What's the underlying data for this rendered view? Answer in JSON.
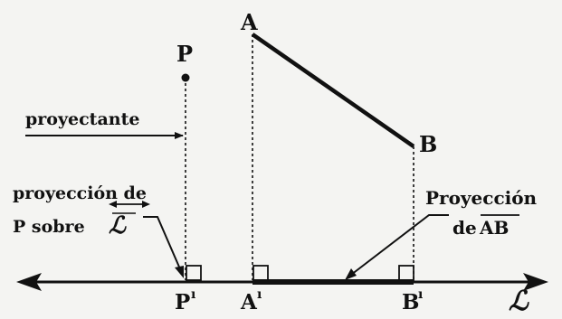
{
  "points": {
    "P": "P",
    "A": "A",
    "B": "B",
    "P_proj": "P",
    "A_proj": "A",
    "B_proj": "B",
    "prime_mark": "ı"
  },
  "line_name": "ℒ",
  "labels": {
    "projecting_line": "proyectante",
    "projection_of_p_line1_word": "proyección de",
    "projection_of_p_line2_prefix": "P sobre",
    "projection_of_ab_line1": "Proyección",
    "projection_of_ab_line2_prefix": "de",
    "segment_name": "AB"
  },
  "colors": {
    "ink": "#111111",
    "background": "#f4f4f2"
  }
}
